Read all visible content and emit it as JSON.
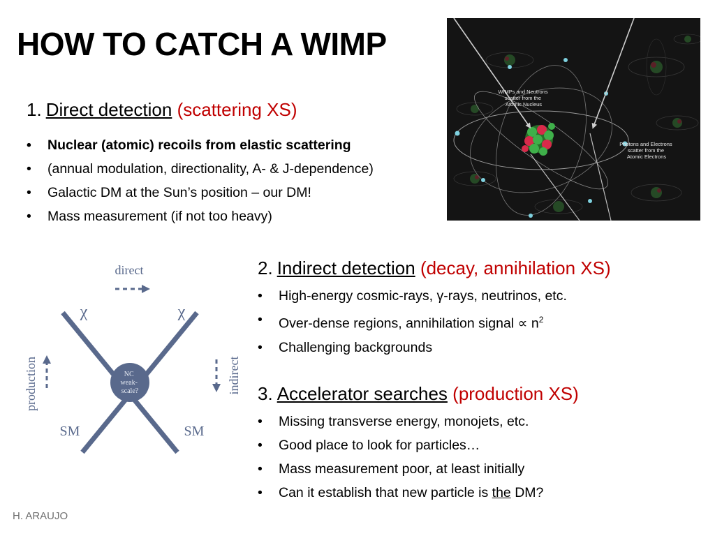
{
  "title": "HOW TO CATCH A WIMP",
  "sections": [
    {
      "number": "1.",
      "link": "Direct detection",
      "paren": "(scattering XS)",
      "bullets": [
        "Nuclear (atomic) recoils from elastic scattering",
        "(annual modulation, directionality, A- & J-dependence)",
        "Galactic DM at the Sun’s position – our DM!",
        "Mass measurement (if not too heavy)"
      ]
    },
    {
      "number": "2.",
      "link": "Indirect detection",
      "paren": "(decay, annihilation XS)",
      "bullets": [
        "High-energy cosmic-rays, γ-rays, neutrinos, etc.",
        "Over-dense regions, annihilation signal",
        "Challenging backgrounds"
      ],
      "proportional": "∝",
      "n_symbol": "n",
      "exponent": "2"
    },
    {
      "number": "3.",
      "link": "Accelerator searches",
      "paren": "(production XS)",
      "bullets": [
        "Missing transverse energy, monojets, etc.",
        "Good place to look for particles…",
        "Mass measurement poor, at least initially",
        "Can it establish that new particle is"
      ],
      "emph": "the",
      "tail": "DM?"
    }
  ],
  "photo": {
    "label1": [
      "WIMPs and Neutrons",
      "scatter from the",
      "Atomic Nucleus"
    ],
    "label2": [
      "Photons and Electrons",
      "scatter from the",
      "Atomic Electrons"
    ]
  },
  "diagram": {
    "direct": "direct",
    "indirect": "indirect",
    "production": "production",
    "chi": "χ",
    "sm": "SM",
    "vertex": [
      "NC",
      "weak-",
      "scale?"
    ],
    "color": "#59698c"
  },
  "footer": "H. ARAUJO"
}
